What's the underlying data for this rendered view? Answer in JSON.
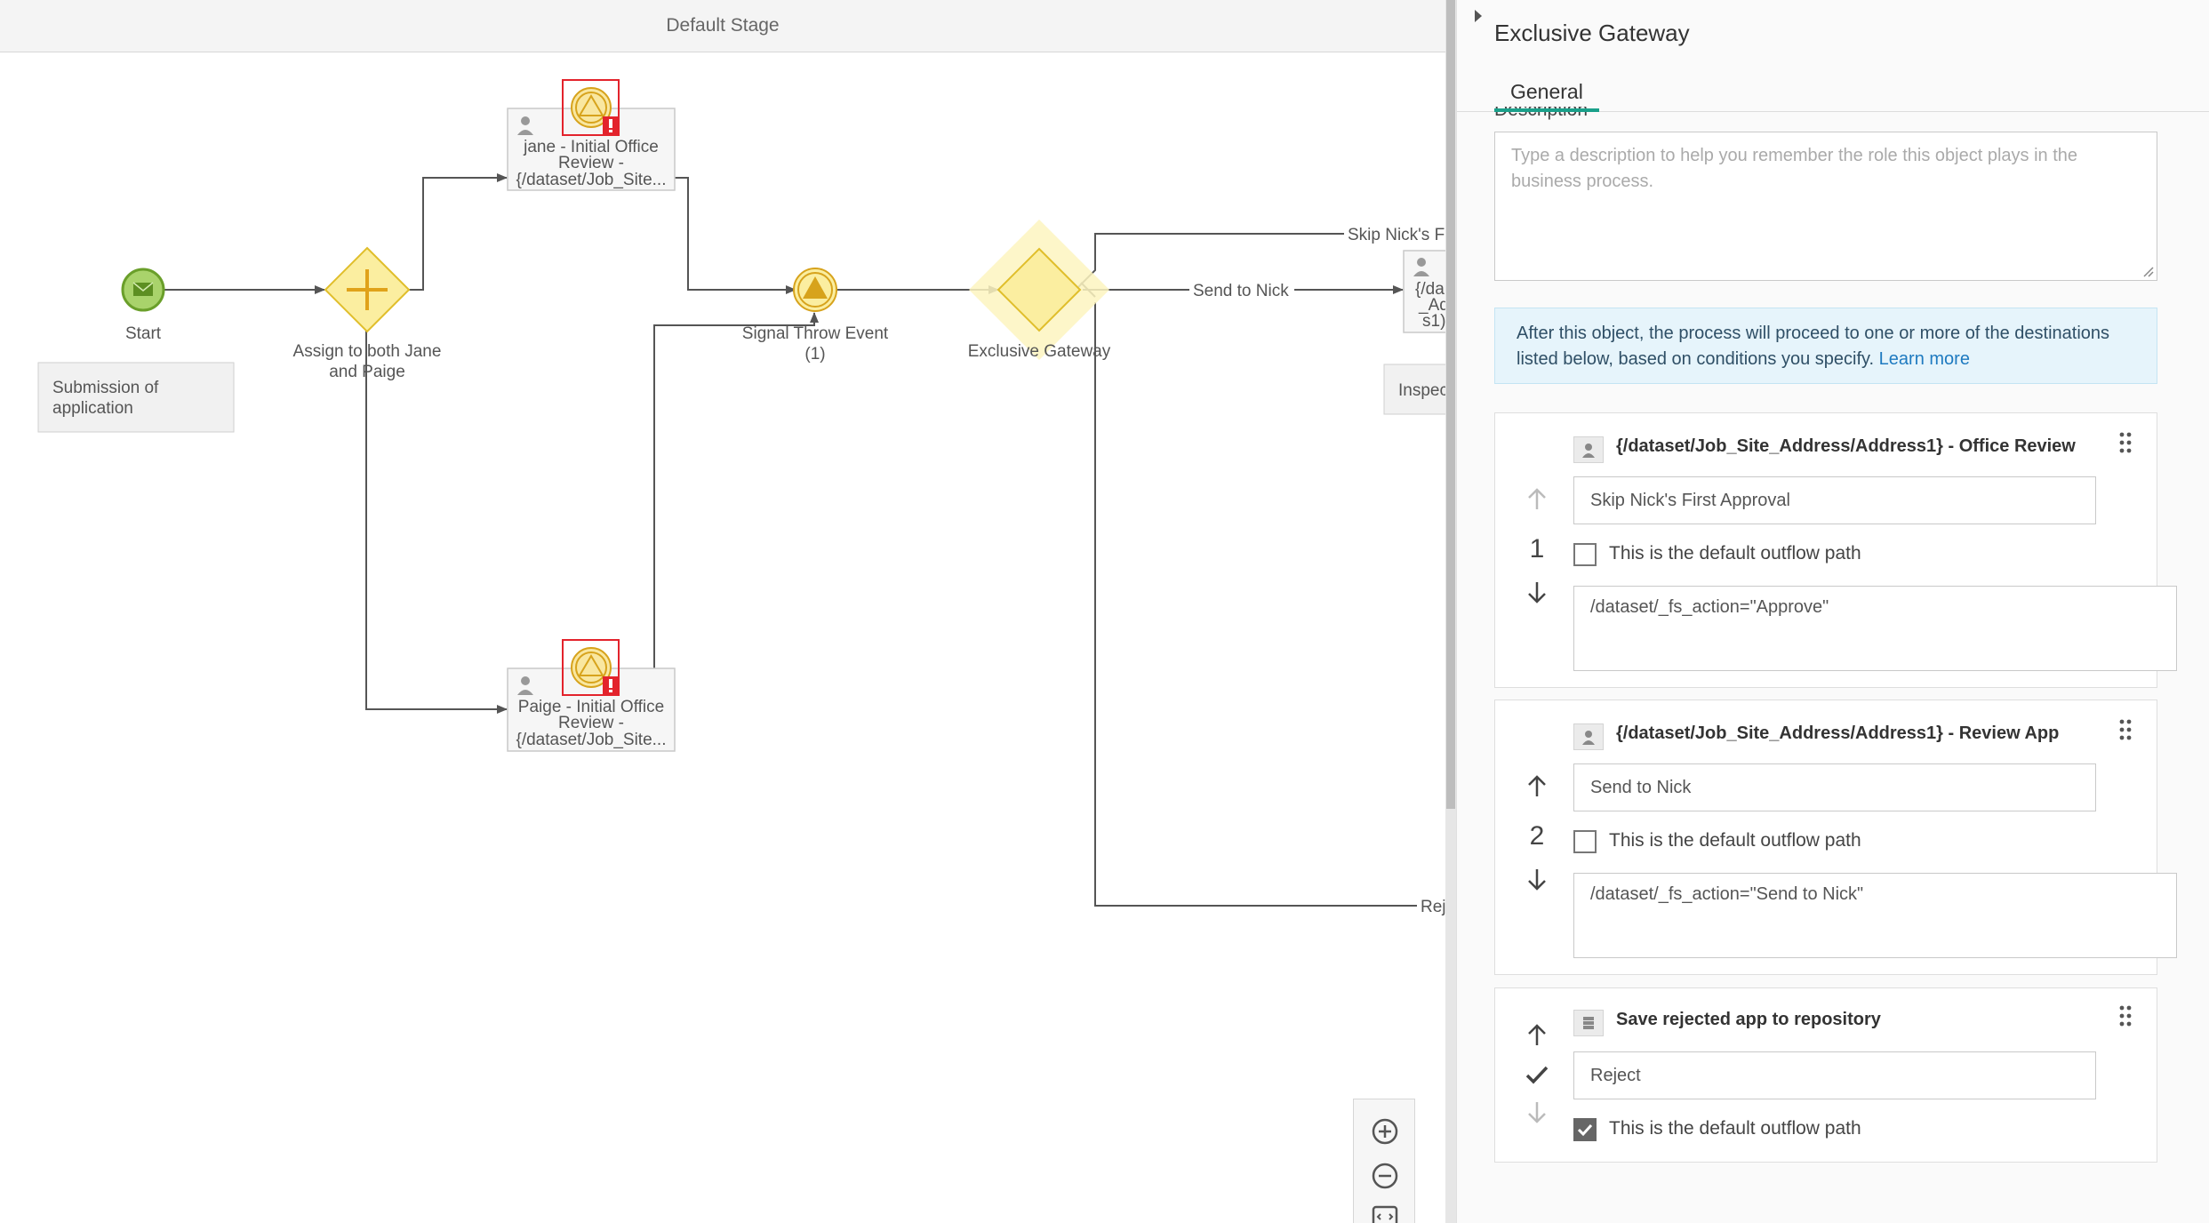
{
  "canvas": {
    "stage_title": "Default Stage",
    "nodes": {
      "start": "Start",
      "start_annotation_line1": "Submission of",
      "start_annotation_line2": "application",
      "parallel_line1": "Assign to both Jane",
      "parallel_line2": "and Paige",
      "jane_line1": "jane - Initial Office",
      "jane_line2": "Review -",
      "jane_line3": "{/dataset/Job_Site...",
      "paige_line1": "Paige - Initial Office",
      "paige_line2": "Review -",
      "paige_line3": "{/dataset/Job_Site...",
      "signal_line1": "Signal Throw Event",
      "signal_line2": "(1)",
      "gateway": "Exclusive Gateway",
      "edge_skip": "Skip Nick's Fi",
      "edge_send": "Send to Nick",
      "edge_reject": "Rej",
      "right_task_line1": "{/da",
      "right_task_line2": "_Ad",
      "right_task_line3": "s1)",
      "right_annotation": "Inspec"
    }
  },
  "panel": {
    "title": "Exclusive Gateway",
    "tab_general": "General",
    "description_label": "Description",
    "description_placeholder": "Type a description to help you remember the role this object plays in the business process.",
    "info_text": "After this object, the process will proceed to one or more of the destinations listed below, based on conditions you specify.",
    "learn_more": "Learn more",
    "outflows": [
      {
        "title": "{/dataset/Job_Site_Address/Address1} - Office Review",
        "order": "1",
        "name": "Skip Nick's First Approval",
        "default_label": "This is the default outflow path",
        "condition": "/dataset/_fs_action=\"Approve\""
      },
      {
        "title": "{/dataset/Job_Site_Address/Address1} - Review App",
        "order": "2",
        "name": "Send to Nick",
        "default_label": "This is the default outflow path",
        "condition": "/dataset/_fs_action=\"Send to Nick\""
      },
      {
        "title": "Save rejected app to repository",
        "name": "Reject",
        "default_label": "This is the default outflow path"
      }
    ]
  },
  "colors": {
    "accent_tab": "#1aa08a",
    "link": "#1e7ac0",
    "gateway_fill": "#fbeea0",
    "gateway_stroke": "#e0be2b",
    "start_fill": "#a9d36b",
    "error_red": "#e3232c"
  }
}
